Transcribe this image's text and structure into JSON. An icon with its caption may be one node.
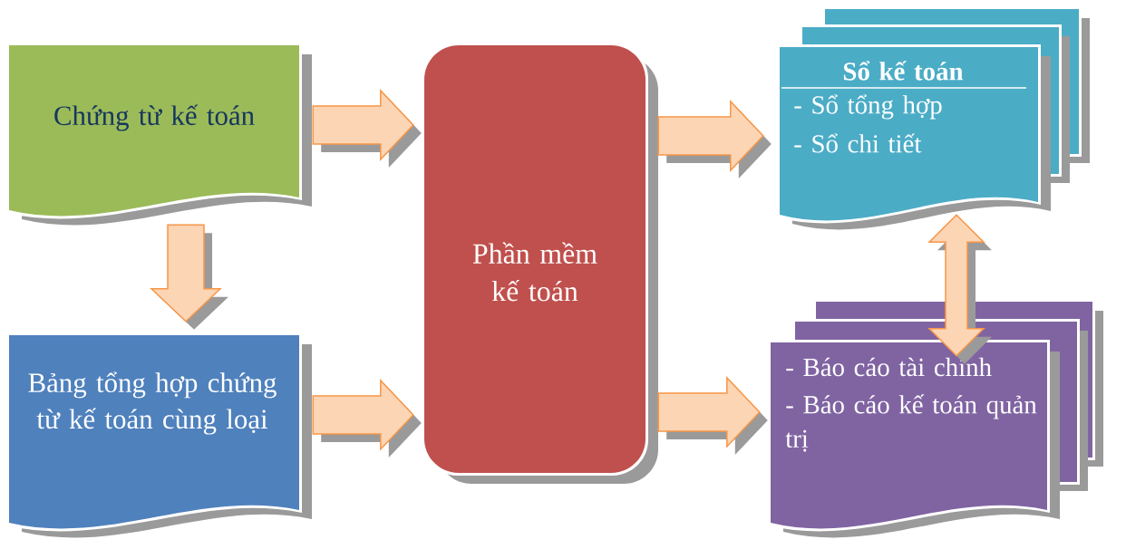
{
  "diagram": {
    "nodes": [
      {
        "text": [
          "Chứng từ kế toán"
        ]
      },
      {
        "text": [
          "Bảng tổng hợp chứng từ kế toán cùng loại"
        ]
      },
      {
        "text": [
          "Phần mềm kế toán"
        ]
      },
      {
        "text": [
          "Sổ kế toán",
          "- Sổ tổng hợp",
          "- Sổ chi tiết"
        ]
      },
      {
        "text": [
          "- Báo cáo tài chính",
          "- Báo cáo kế toán quản trị"
        ]
      }
    ],
    "edges": [
      {
        "from": 0,
        "to": 1,
        "arrow": "to"
      },
      {
        "from": 0,
        "to": 2,
        "arrow": "to"
      },
      {
        "from": 1,
        "to": 2,
        "arrow": "to"
      },
      {
        "from": 2,
        "to": 3,
        "arrow": "to"
      },
      {
        "from": 2,
        "to": 4,
        "arrow": "to"
      },
      {
        "from": 3,
        "to": 4,
        "arrow": "both"
      }
    ]
  }
}
